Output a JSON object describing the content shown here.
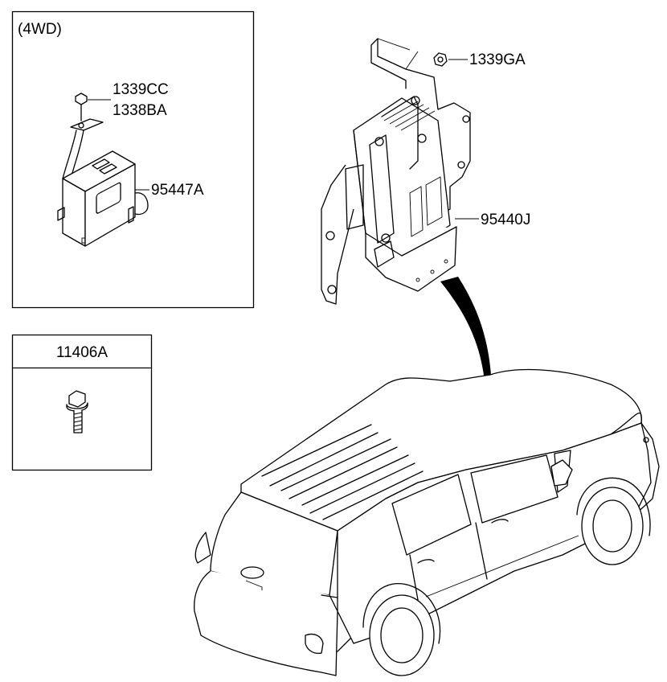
{
  "inset_4wd": {
    "tag": "(4WD)",
    "callouts": {
      "fastener_top": "1339CC",
      "fastener_bottom": "1338BA",
      "module": "95447A"
    }
  },
  "bolt_box": {
    "part_number": "11406A"
  },
  "main": {
    "callouts": {
      "nut": "1339GA",
      "module": "95440J"
    }
  }
}
